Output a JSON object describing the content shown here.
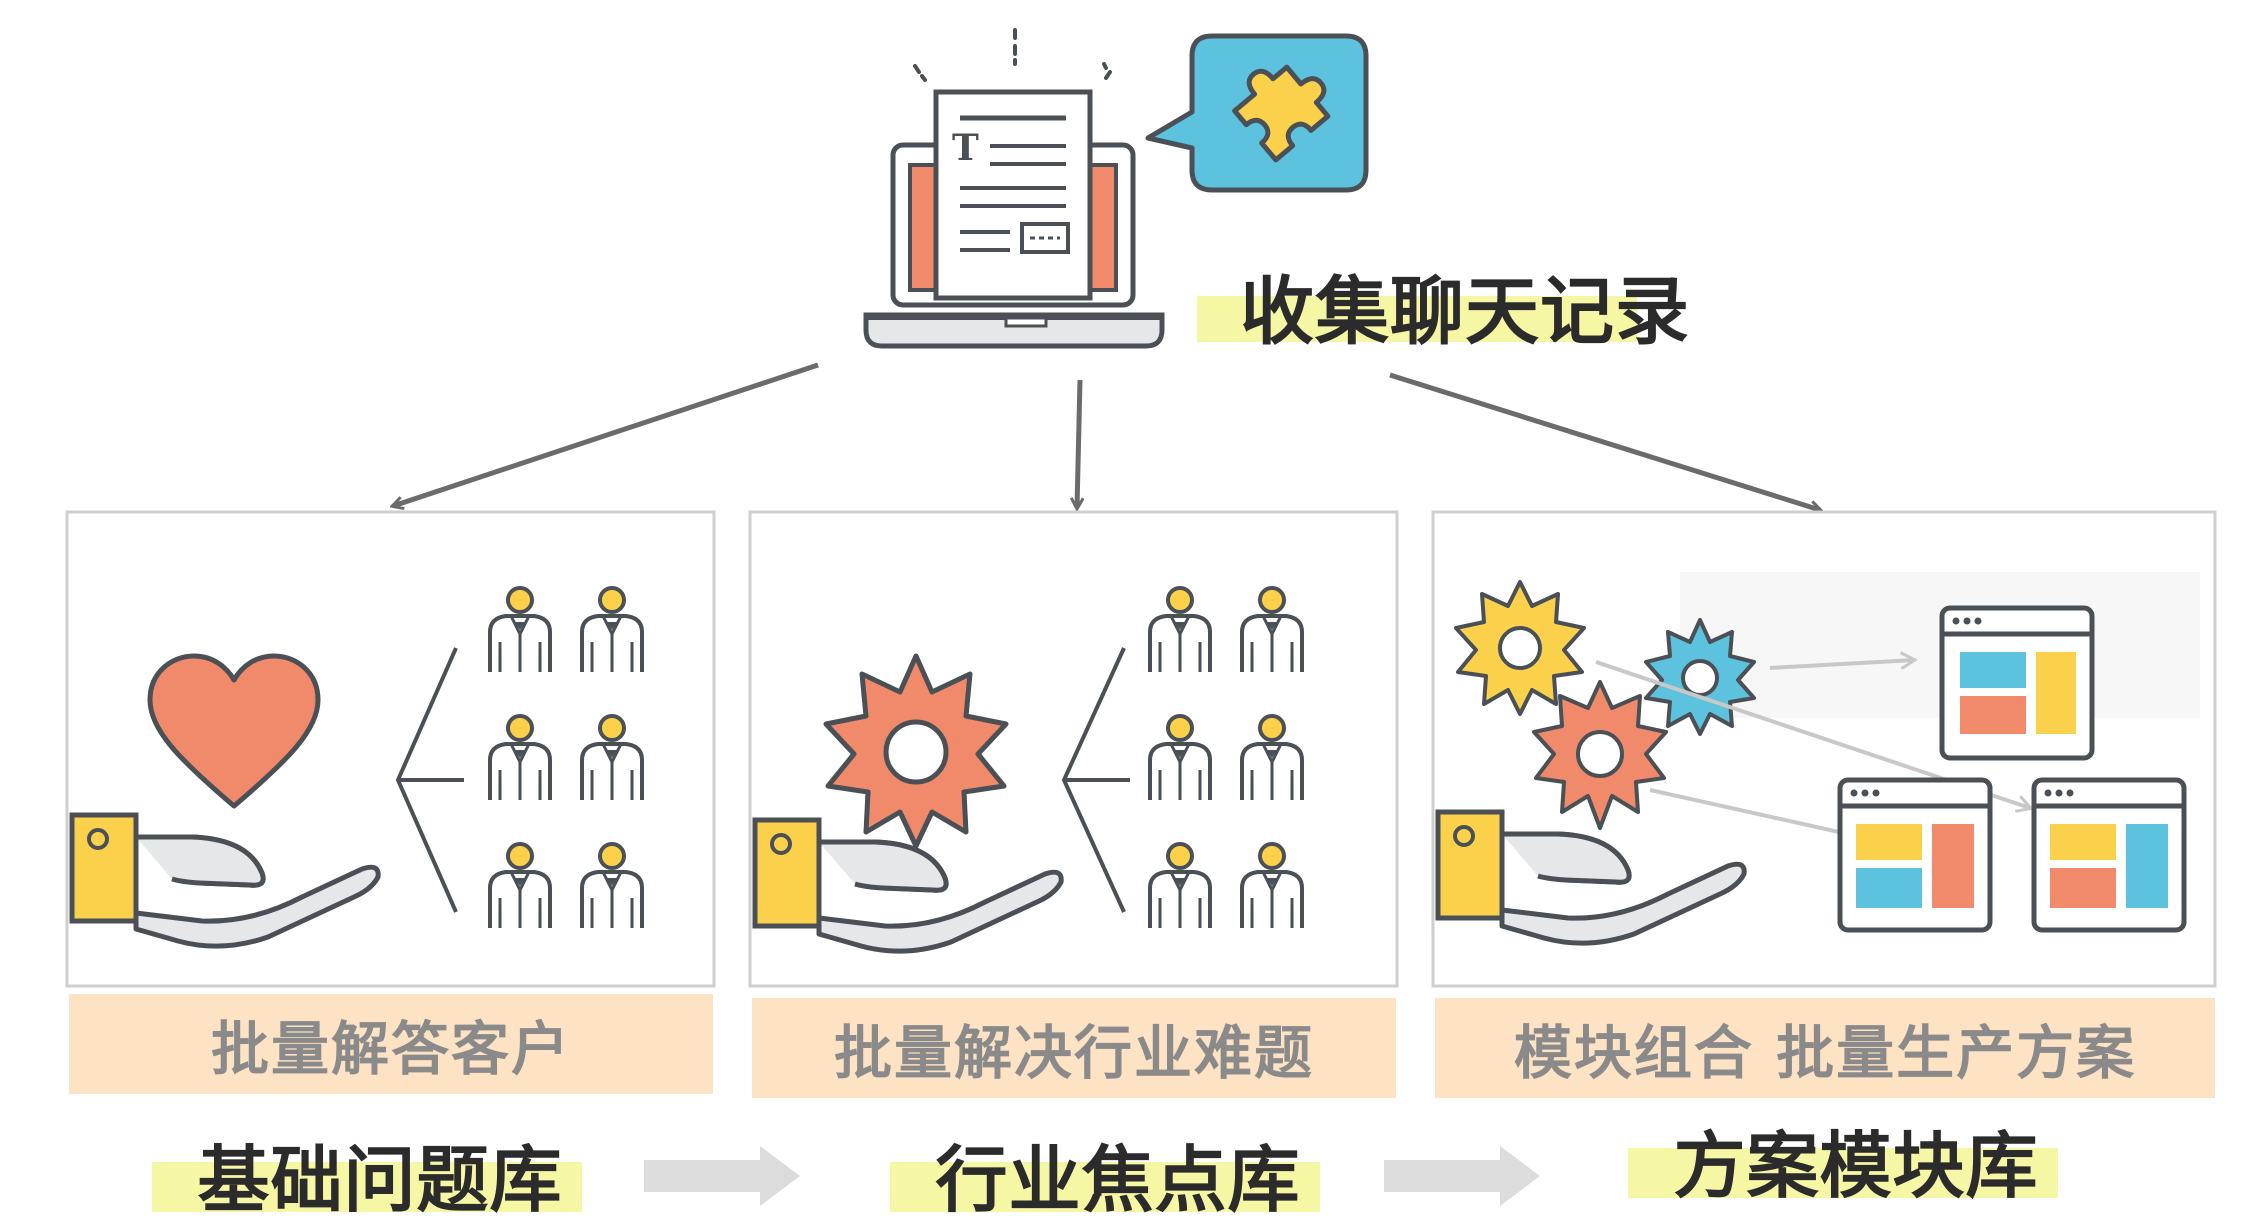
{
  "diagram": {
    "root": {
      "title": "收集聊天记录",
      "icon": "laptop-document-icon",
      "bubble_icon": "puzzle-piece-icon"
    },
    "branches": [
      {
        "caption": "批量解答客户",
        "library": "基础问题库",
        "illustration": "hand-holding-heart-with-people-icon"
      },
      {
        "caption": "批量解决行业难题",
        "library": "行业焦点库",
        "illustration": "hand-holding-gear-with-people-icon"
      },
      {
        "caption": "模块组合 批量生产方案",
        "library": "方案模块库",
        "illustration": "gears-to-layout-windows-icon"
      }
    ],
    "colors": {
      "caption_band": "#fde2c4",
      "title_highlight": "#f6f7a4",
      "orange": "#f08a6b",
      "yellow": "#fbd14b",
      "blue": "#5cc2dd",
      "outline": "#4a5055",
      "arrow": "#6b6b6b",
      "flow_arrow": "#dcdcdc"
    }
  }
}
